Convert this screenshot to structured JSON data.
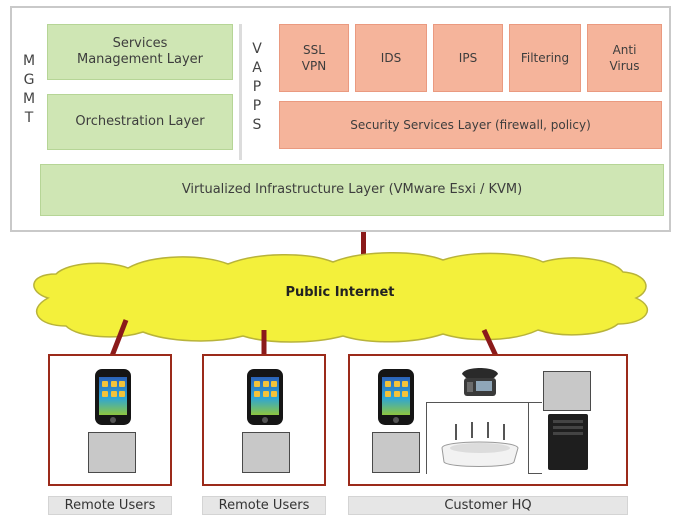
{
  "mgmt": {
    "letters": [
      "M",
      "G",
      "M",
      "T"
    ],
    "services_management": "Services Management Layer",
    "orchestration": "Orchestration Layer"
  },
  "vapps": {
    "letters": [
      "V",
      "A",
      "P",
      "P",
      "S"
    ],
    "ssl_vpn": "SSL VPN",
    "ids": "IDS",
    "ips": "IPS",
    "filtering": "Filtering",
    "anti_virus": "Anti Virus",
    "security_services": "Security Services Layer (firewall, policy)"
  },
  "infrastructure": "Virtualized Infrastructure Layer (VMware Esxi / KVM)",
  "cloud": {
    "label": "Public Internet"
  },
  "sites": [
    {
      "label": "Remote Users"
    },
    {
      "label": "Remote Users"
    },
    {
      "label": "Customer HQ"
    }
  ],
  "colors": {
    "layer_green": "#cfe6b4",
    "service_salmon": "#f5b49b",
    "cloud_yellow": "#f3f03b",
    "connector_red": "#8b1a1a"
  }
}
